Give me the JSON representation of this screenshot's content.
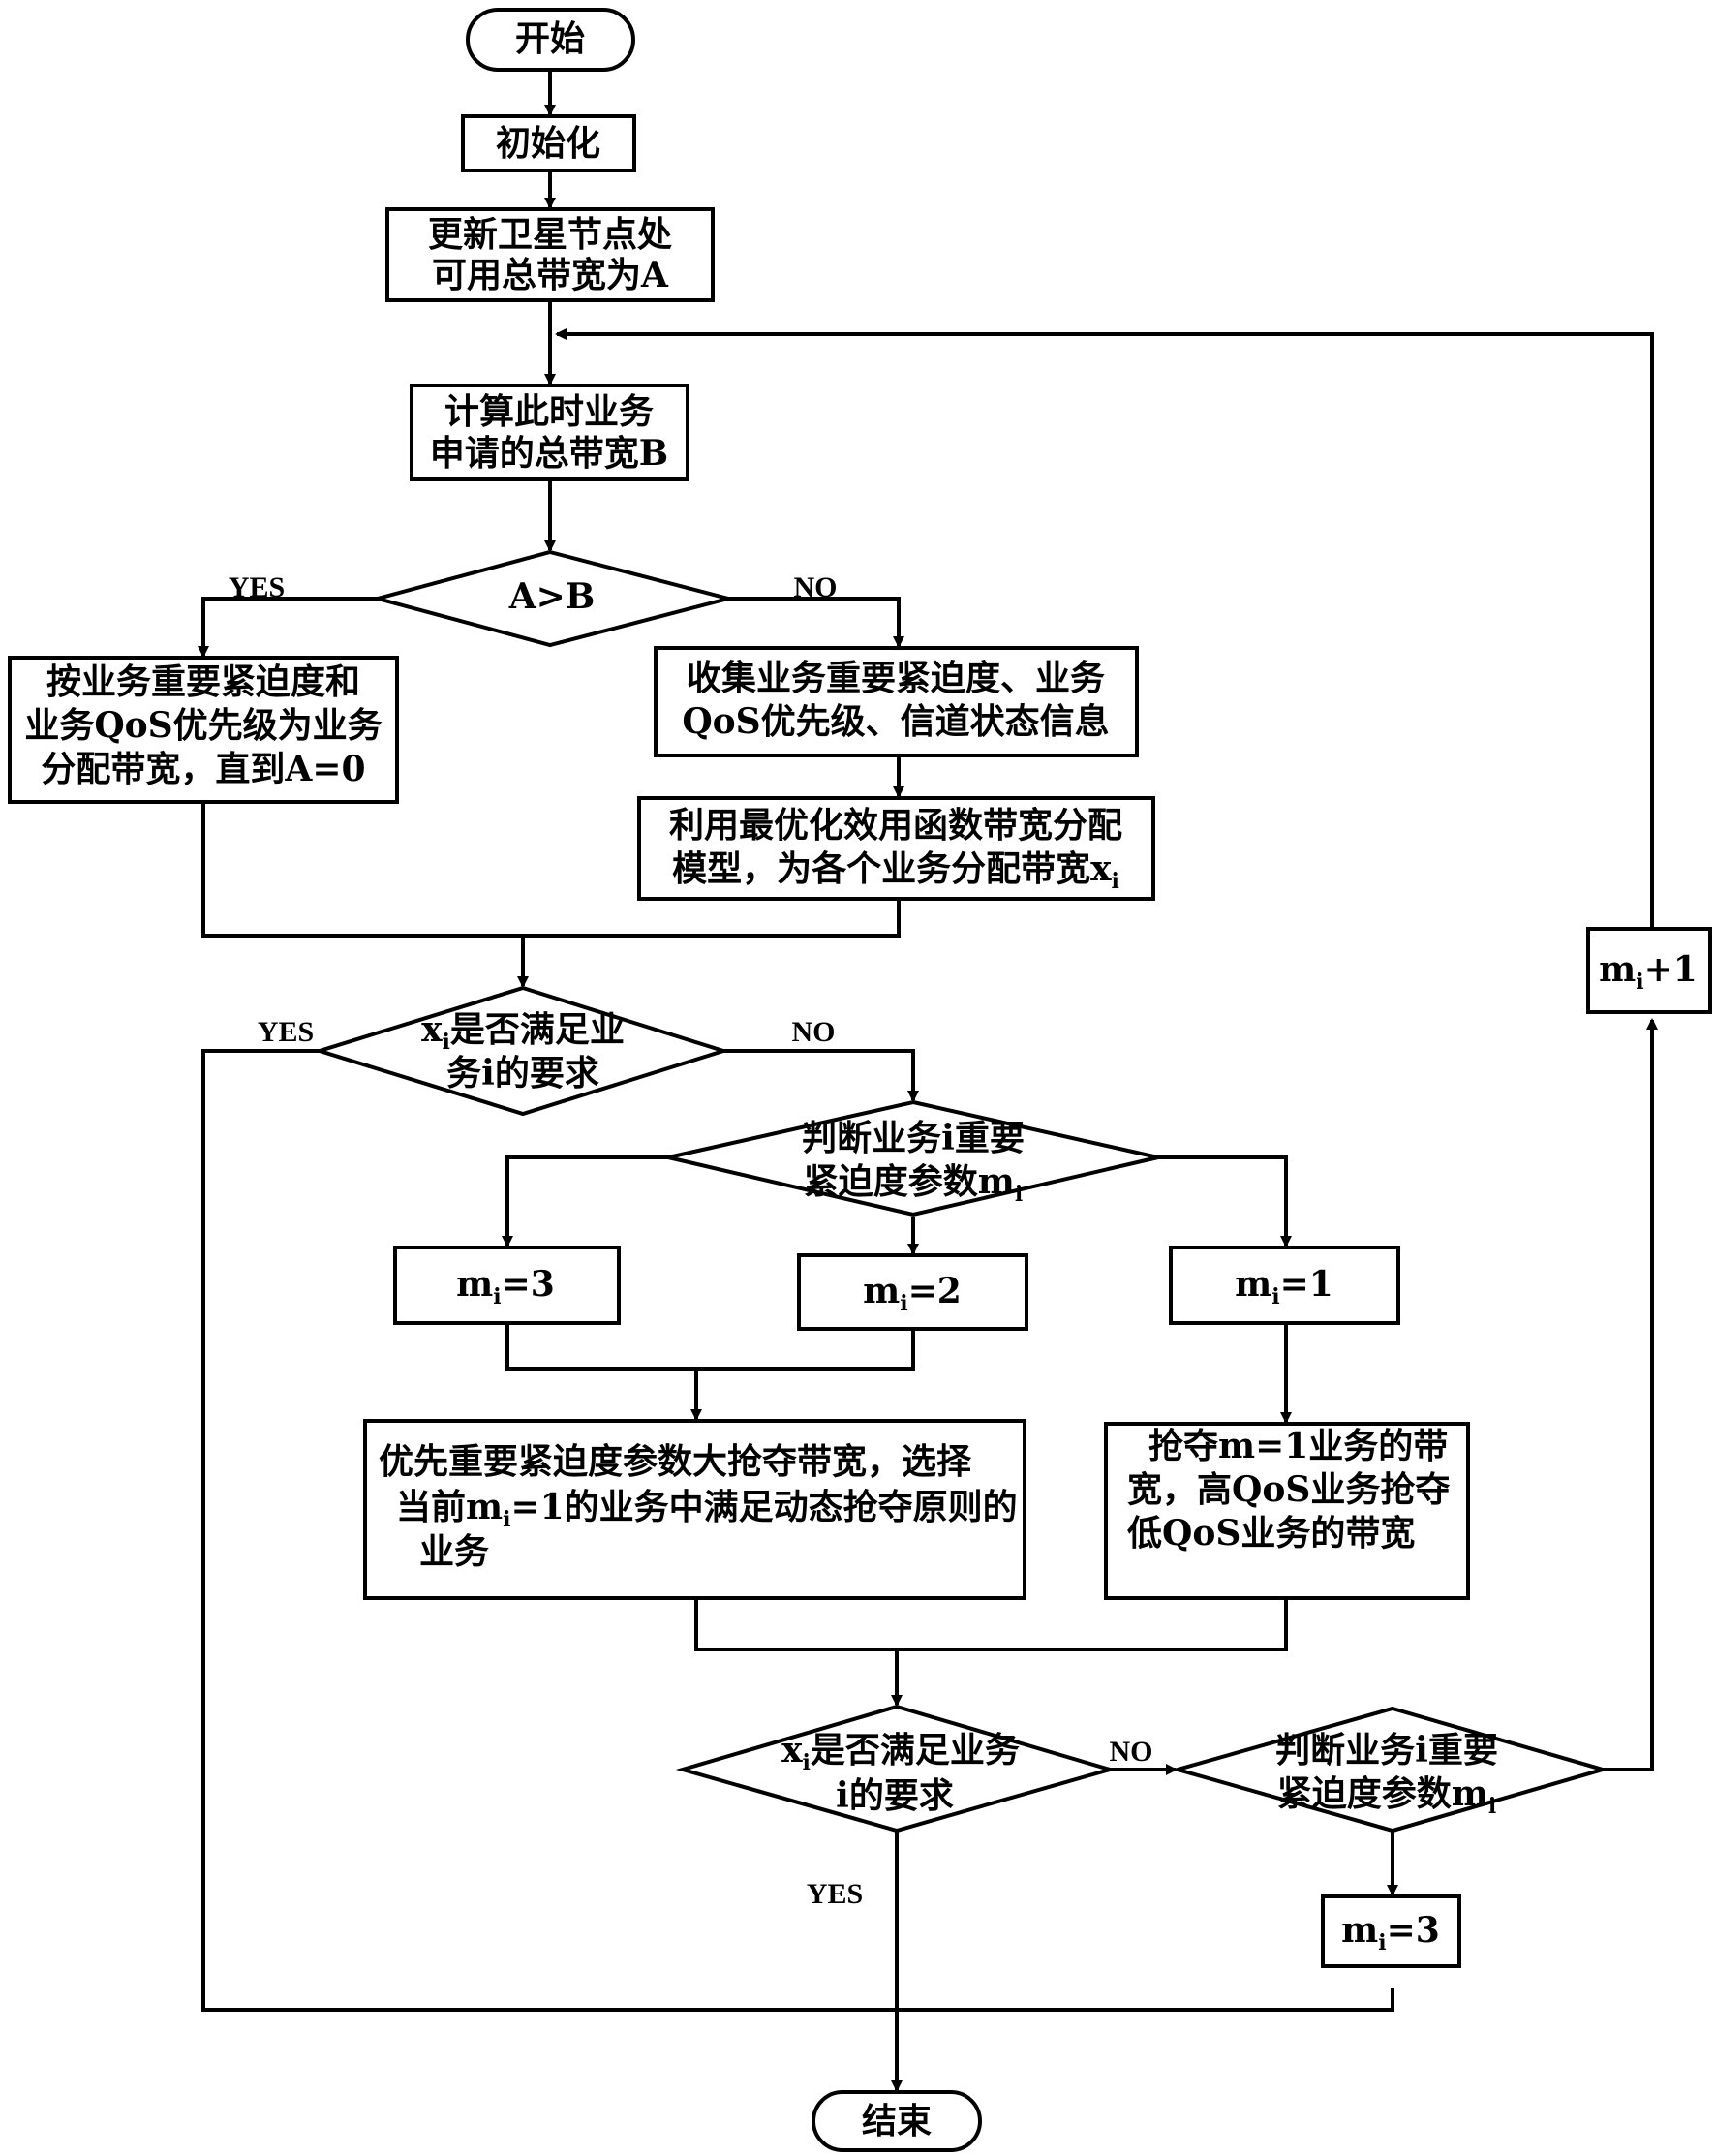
{
  "nodes": {
    "start": "开始",
    "init": "初始化",
    "update": [
      "更新卫星节点处",
      "可用总带宽为A"
    ],
    "compute": [
      "计算此时业务",
      "申请的总带宽B"
    ],
    "cmp_ab": "A>B",
    "alloc_qos": [
      "按业务重要紧迫度和",
      "业务QoS优先级为业务",
      "分配带宽，直到A=0"
    ],
    "collect": [
      "收集业务重要紧迫度、业务",
      "QoS优先级、信道状态信息"
    ],
    "optimize": {
      "line1": "利用最优化效用函数带宽分配",
      "line2": "模型，为各个业务分配带宽x",
      "sub": "i"
    },
    "check1": {
      "pre": "x",
      "sub": "i",
      "line1": "是否满足业",
      "line2": "务i的要求"
    },
    "judge1": {
      "line1": "判断业务i重要",
      "line2": "紧迫度参数m",
      "sub": "i"
    },
    "m3": {
      "pre": "m",
      "sub": "i",
      "post": "=3"
    },
    "m2": {
      "pre": "m",
      "sub": "i",
      "post": "=2"
    },
    "m1": {
      "pre": "m",
      "sub": "i",
      "post": "=1"
    },
    "preempt_big": {
      "line1": "优先重要紧迫度参数大抢夺带宽，选择",
      "line2_pre": "当前m",
      "line2_sub": "i",
      "line2_post": "=1的业务中满足动态抢夺原则的",
      "line3": "业务"
    },
    "preempt_m1": [
      "抢夺m=1业务的带",
      "宽，高QoS业务抢夺",
      "低QoS业务的带宽"
    ],
    "check2": {
      "pre": "x",
      "sub": "i",
      "line1": "是否满足业务",
      "line2": "i的要求"
    },
    "judge2": {
      "line1": "判断业务i重要",
      "line2": "紧迫度参数m",
      "sub": "i"
    },
    "m3b": {
      "pre": "m",
      "sub": "i",
      "post": "=3"
    },
    "mplus": {
      "pre": "m",
      "sub": "i",
      "post": "+1"
    },
    "end": "结束"
  },
  "edge_labels": {
    "ab_yes": "YES",
    "ab_no": "NO",
    "c1_yes": "YES",
    "c1_no": "NO",
    "c2_no": "NO",
    "c2_yes": "YES"
  },
  "colors": {
    "stroke": "#000000",
    "fill": "#ffffff"
  }
}
